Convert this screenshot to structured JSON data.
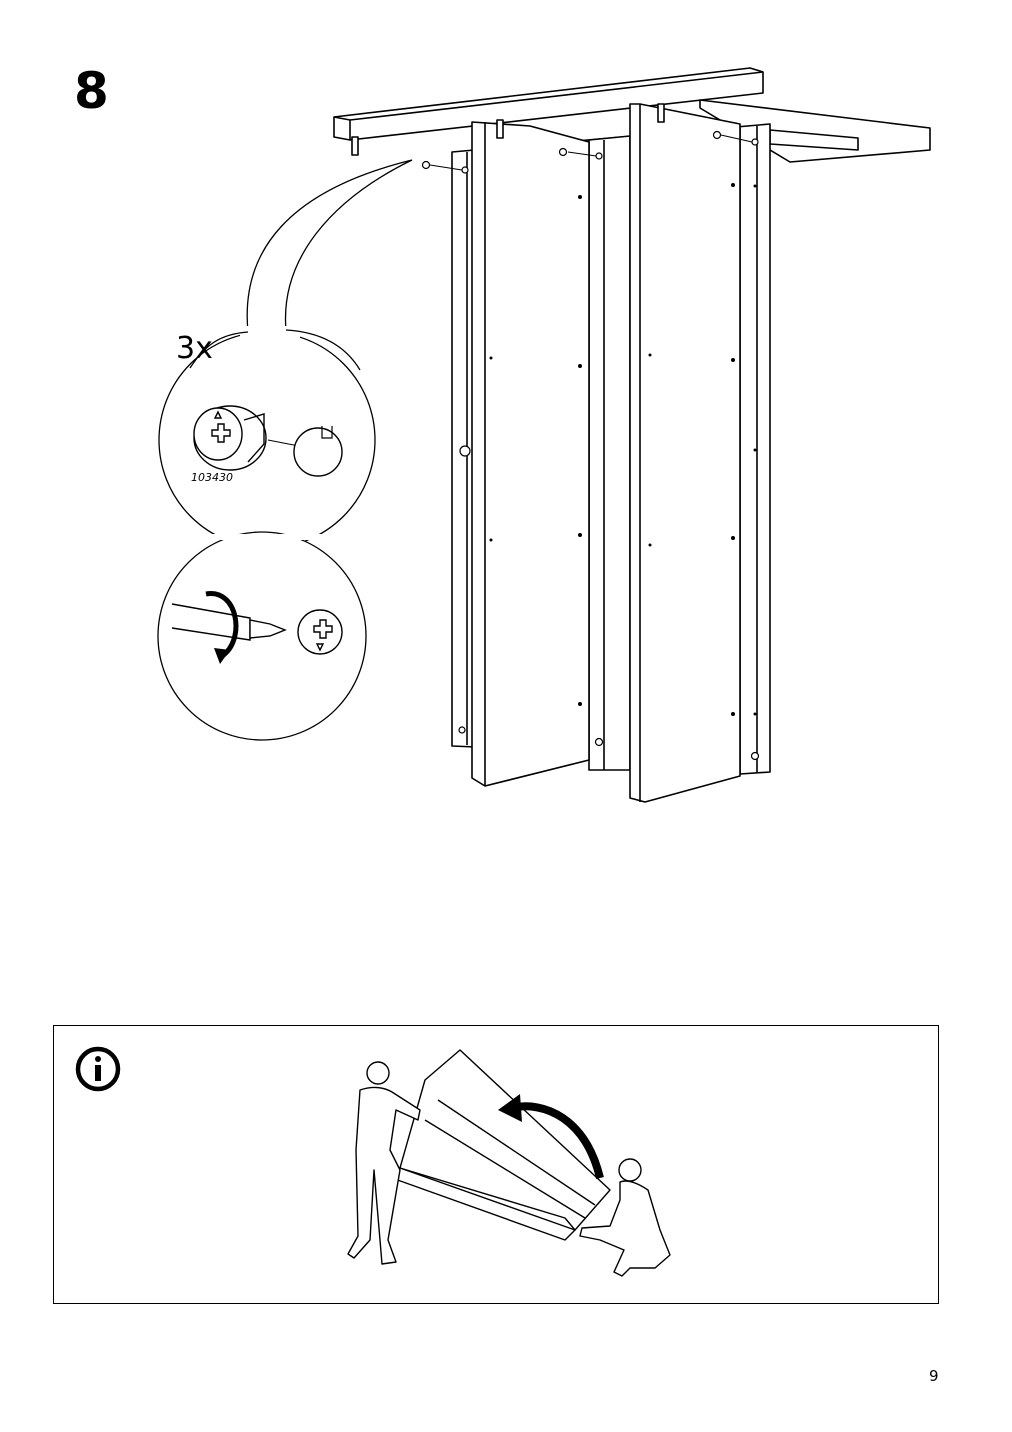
{
  "step": {
    "number": "8"
  },
  "detail": {
    "quantity": "3x",
    "part_number": "103430"
  },
  "icons": {
    "info": "info-icon",
    "rotate": "rotate-arrow-icon",
    "screwdriver": "screwdriver-icon",
    "cam_lock": "cam-lock-icon"
  },
  "footer": {
    "page_number": "9"
  }
}
